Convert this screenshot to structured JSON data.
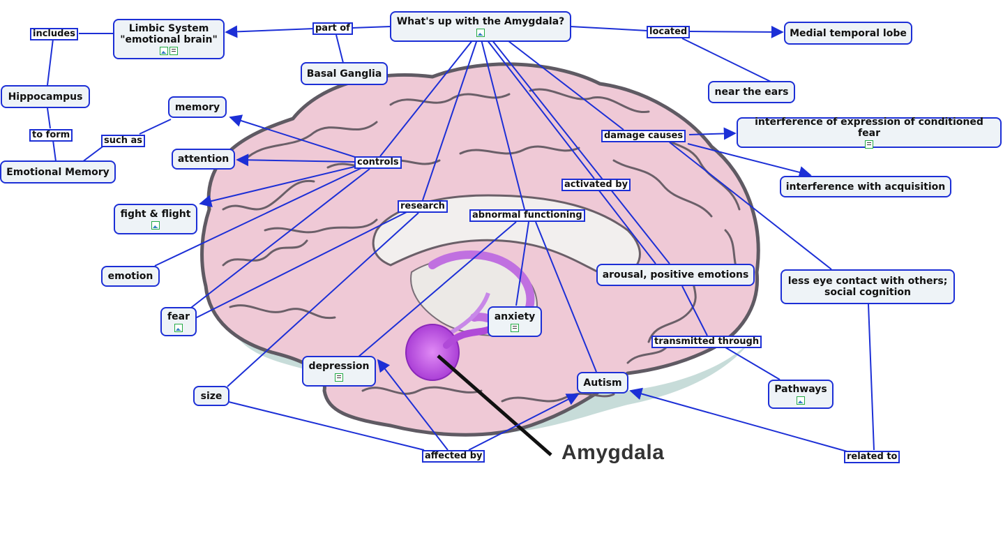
{
  "colors": {
    "link": "#1c2fd6",
    "node_bg": "#eef3f7",
    "brain": "#efc9d6",
    "brain_outline": "#5f5a63",
    "amygdala": "#b04ad8"
  },
  "image_caption": "Amygdala",
  "nodes": {
    "main": {
      "text": "What's up with the Amygdala?",
      "icons": [
        "image"
      ]
    },
    "limbic": {
      "text": "Limbic System\n\"emotional brain\"",
      "icons": [
        "image",
        "doc"
      ]
    },
    "basal": {
      "text": "Basal Ganglia",
      "icons": []
    },
    "medial": {
      "text": "Medial temporal lobe",
      "icons": []
    },
    "ears": {
      "text": "near the ears",
      "icons": []
    },
    "hippo": {
      "text": "Hippocampus",
      "icons": []
    },
    "emomem": {
      "text": "Emotional Memory",
      "icons": []
    },
    "memory": {
      "text": "memory",
      "icons": []
    },
    "attention": {
      "text": "attention",
      "icons": []
    },
    "fight": {
      "text": "fight & flight",
      "icons": [
        "image"
      ]
    },
    "emotion": {
      "text": "emotion",
      "icons": []
    },
    "fear": {
      "text": "fear",
      "icons": [
        "image"
      ]
    },
    "size": {
      "text": "size",
      "icons": []
    },
    "depression": {
      "text": "depression",
      "icons": [
        "doc"
      ]
    },
    "anxiety": {
      "text": "anxiety",
      "icons": [
        "doc"
      ]
    },
    "autism": {
      "text": "Autism",
      "icons": []
    },
    "arousal": {
      "text": "arousal, positive emotions",
      "icons": []
    },
    "pathways": {
      "text": "Pathways",
      "icons": [
        "image"
      ]
    },
    "interfexpr": {
      "text": "interference of expression of conditioned fear",
      "icons": [
        "doc"
      ]
    },
    "interfacq": {
      "text": "interference with acquisition",
      "icons": []
    },
    "eyecontact": {
      "text": "less eye contact with others;\nsocial cognition",
      "icons": []
    }
  },
  "labels": {
    "includes": "includes",
    "partof": "part of",
    "located": "located",
    "toform": "to form",
    "suchas": "such as",
    "controls": "controls",
    "research": "research",
    "abnormal": "abnormal functioning",
    "activated": "activated by",
    "damage": "damage causes",
    "transmitted": "transmitted through",
    "affected": "affected by",
    "related": "related to"
  }
}
